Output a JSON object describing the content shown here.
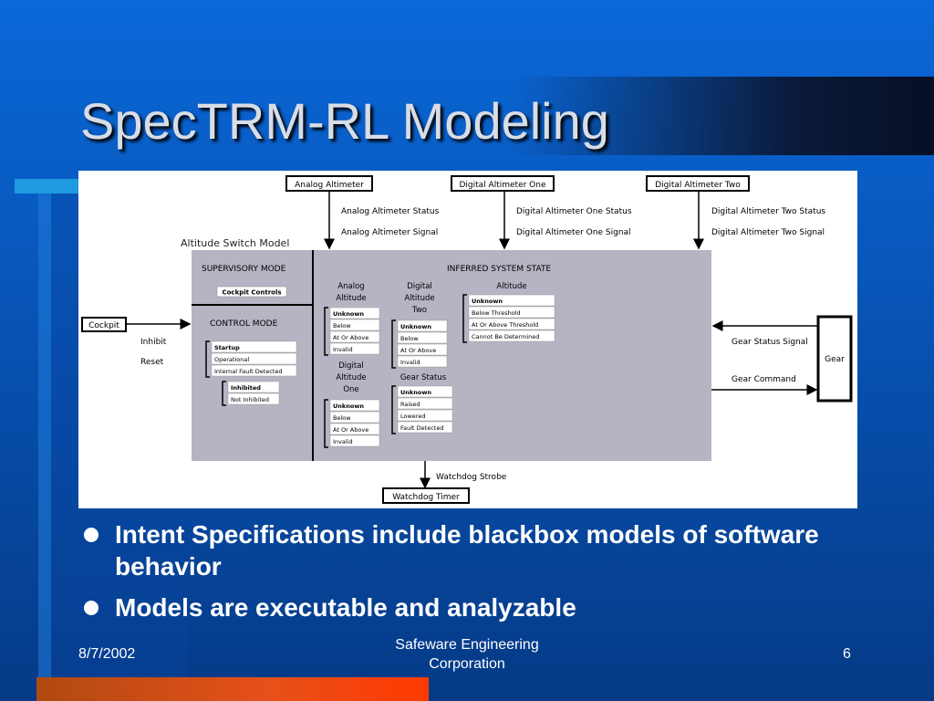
{
  "slide": {
    "title": "SpecTRM-RL Modeling",
    "bullets": [
      "Intent Specifications include blackbox models of software behavior",
      "Models are executable and analyzable"
    ],
    "footer": {
      "date": "8/7/2002",
      "company": "Safeware Engineering Corporation",
      "page": "6"
    }
  },
  "diagram": {
    "model_title": "Altitude Switch Model",
    "inputs": {
      "analog_altimeter": "Analog Altimeter",
      "digital_altimeter_one": "Digital Altimeter One",
      "digital_altimeter_two": "Digital Altimeter Two",
      "cockpit": "Cockpit",
      "gear": "Gear",
      "watchdog_timer": "Watchdog Timer"
    },
    "signals": {
      "analog_status": "Analog Altimeter Status",
      "analog_signal": "Analog Altimeter Signal",
      "dig_one_status": "Digital Altimeter One Status",
      "dig_one_signal": "Digital Altimeter One Signal",
      "dig_two_status": "Digital Altimeter Two Status",
      "dig_two_signal": "Digital Altimeter Two Signal",
      "inhibit": "Inhibit",
      "reset": "Reset",
      "gear_status_signal": "Gear Status Signal",
      "gear_command": "Gear Command",
      "watchdog_strobe": "Watchdog Strobe"
    },
    "supervisory_mode": {
      "label": "SUPERVISORY MODE",
      "item": "Cockpit Controls"
    },
    "control_mode": {
      "label": "CONTROL MODE",
      "states": [
        "Startup",
        "Operational",
        "Internal Fault Detected"
      ],
      "inhibit_states": [
        "Inhibited",
        "Not Inhibited"
      ]
    },
    "inferred_state": {
      "label": "INFERRED SYSTEM STATE",
      "analog_altitude": {
        "label1": "Analog",
        "label2": "Altitude",
        "states": [
          "Unknown",
          "Below",
          "At Or Above",
          "Invalid"
        ]
      },
      "digital_altitude_one": {
        "label1": "Digital",
        "label2": "Altitude",
        "label3": "One",
        "states": [
          "Unknown",
          "Below",
          "At Or Above",
          "Invalid"
        ]
      },
      "digital_altitude_two": {
        "label1": "Digital",
        "label2": "Altitude",
        "label3": "Two",
        "states": [
          "Unknown",
          "Below",
          "At Or Above",
          "Invalid"
        ]
      },
      "gear_status": {
        "label": "Gear Status",
        "states": [
          "Unknown",
          "Raised",
          "Lowered",
          "Fault Detected"
        ]
      },
      "altitude": {
        "label": "Altitude",
        "states": [
          "Unknown",
          "Below Threshold",
          "At Or Above Threshold",
          "Cannot Be Determined"
        ]
      }
    }
  }
}
